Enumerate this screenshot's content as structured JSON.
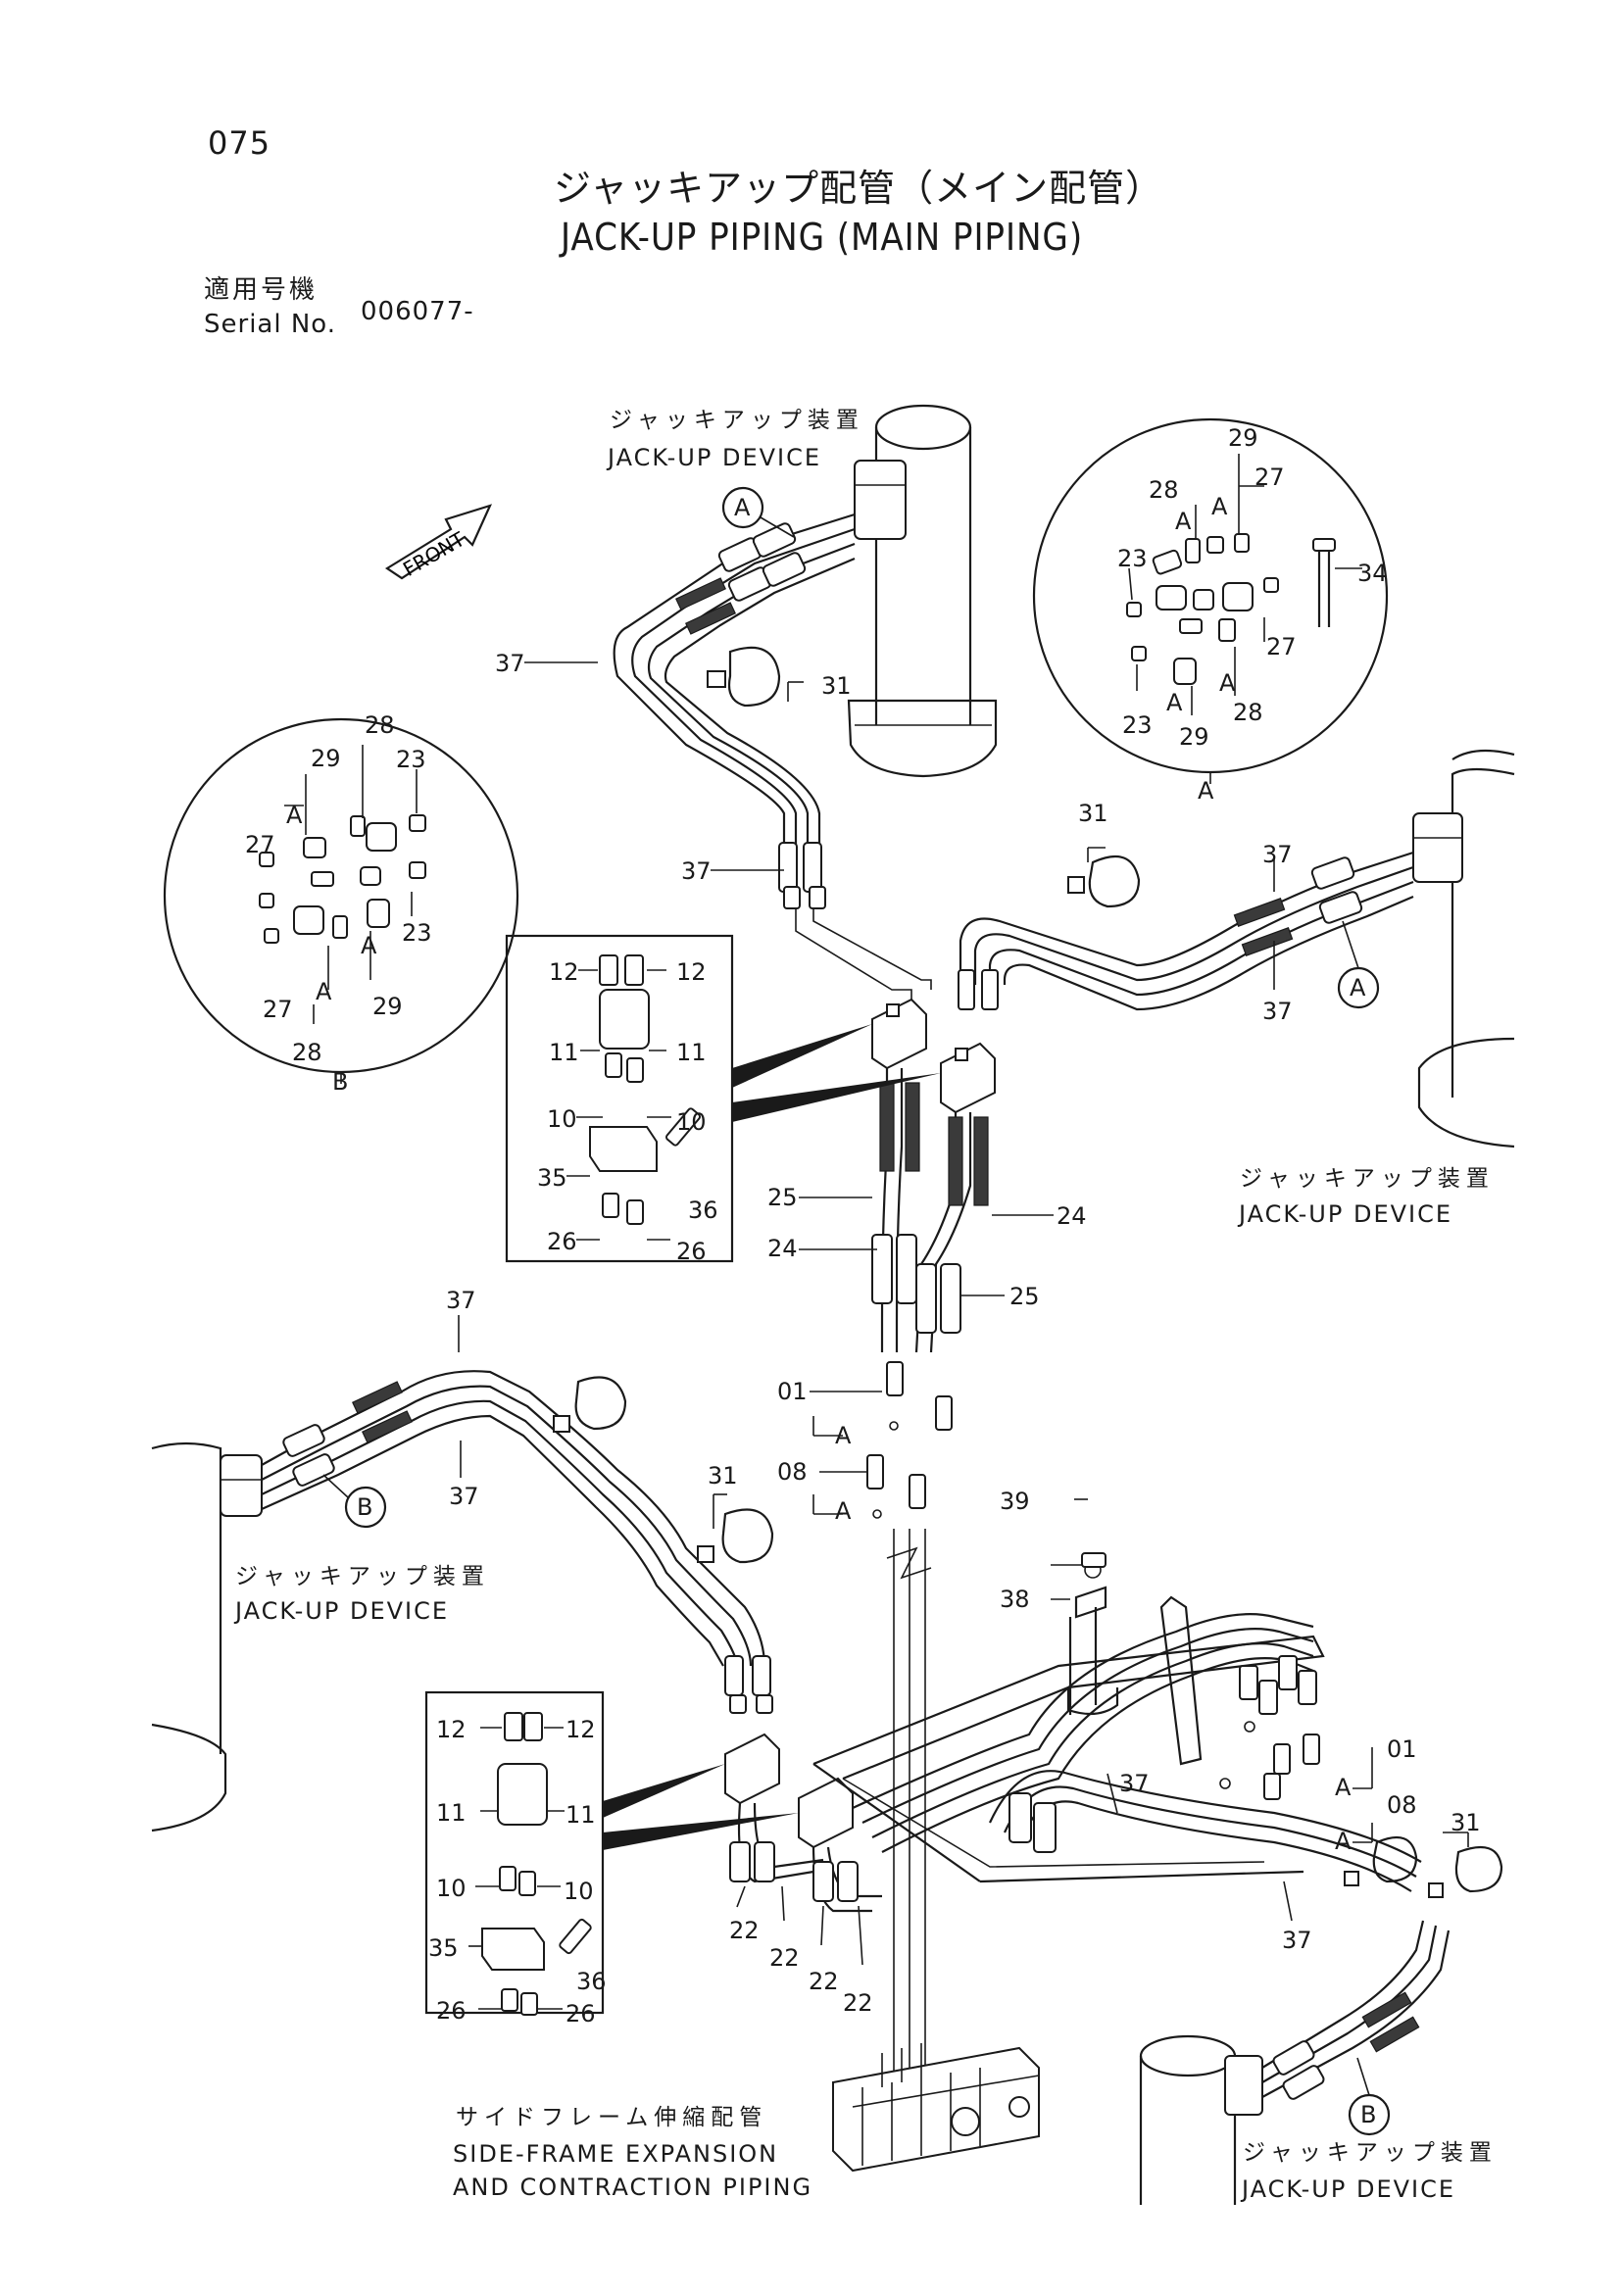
{
  "page_number": "075",
  "title": {
    "jp": "ジャッキアップ配管（メイン配管）",
    "en": "JACK-UP PIPING (MAIN PIPING)"
  },
  "serial": {
    "label_jp": "適用号機",
    "label_en": "Serial No.",
    "value": "006077-"
  },
  "front_arrow": "FRONT",
  "device_labels": [
    {
      "jp": "ジャッキアップ装置",
      "en": "JACK-UP DEVICE"
    },
    {
      "jp": "ジャッキアップ装置",
      "en": "JACK-UP DEVICE"
    },
    {
      "jp": "ジャッキアップ装置",
      "en": "JACK-UP DEVICE"
    },
    {
      "jp": "ジャッキアップ装置",
      "en": "JACK-UP DEVICE"
    }
  ],
  "side_frame": {
    "jp": "サイドフレーム伸縮配管",
    "en1": "SIDE-FRAME EXPANSION",
    "en2": "AND CONTRACTION PIPING"
  },
  "detail_circles": {
    "A": {
      "label": "A",
      "parts": [
        "29",
        "27",
        "28",
        "A",
        "A",
        "23",
        "34",
        "27",
        "23",
        "A",
        "29",
        "A",
        "28"
      ]
    },
    "B": {
      "label": "B",
      "parts": [
        "28",
        "29",
        "23",
        "A",
        "27",
        "23",
        "A",
        "27",
        "A",
        "29",
        "28"
      ]
    }
  },
  "callout_markers": [
    "A",
    "A",
    "B",
    "B"
  ],
  "part_numbers": {
    "n37a": "37",
    "n31a": "31",
    "n37b": "37",
    "n31b": "31",
    "n37c": "37",
    "n37d": "37",
    "n25a": "25",
    "n24a": "24",
    "n24b": "24",
    "n25b": "25",
    "n01a": "01",
    "nAa": "A",
    "n08a": "08",
    "nAb": "A",
    "n37e": "37",
    "n37f": "37",
    "n31c": "31",
    "n39": "39",
    "n38": "38",
    "n01b": "01",
    "nAc": "A",
    "n08b": "08",
    "nAd": "A",
    "n31d": "31",
    "n37g": "37",
    "n22a": "22",
    "n22b": "22",
    "n22c": "22",
    "n22d": "22",
    "n37h": "37"
  },
  "box_upper": {
    "items": [
      "12",
      "12",
      "11",
      "11",
      "10",
      "10",
      "35",
      "36",
      "26",
      "26"
    ]
  },
  "box_lower": {
    "items": [
      "12",
      "12",
      "11",
      "11",
      "10",
      "10",
      "35",
      "36",
      "26",
      "26"
    ]
  }
}
